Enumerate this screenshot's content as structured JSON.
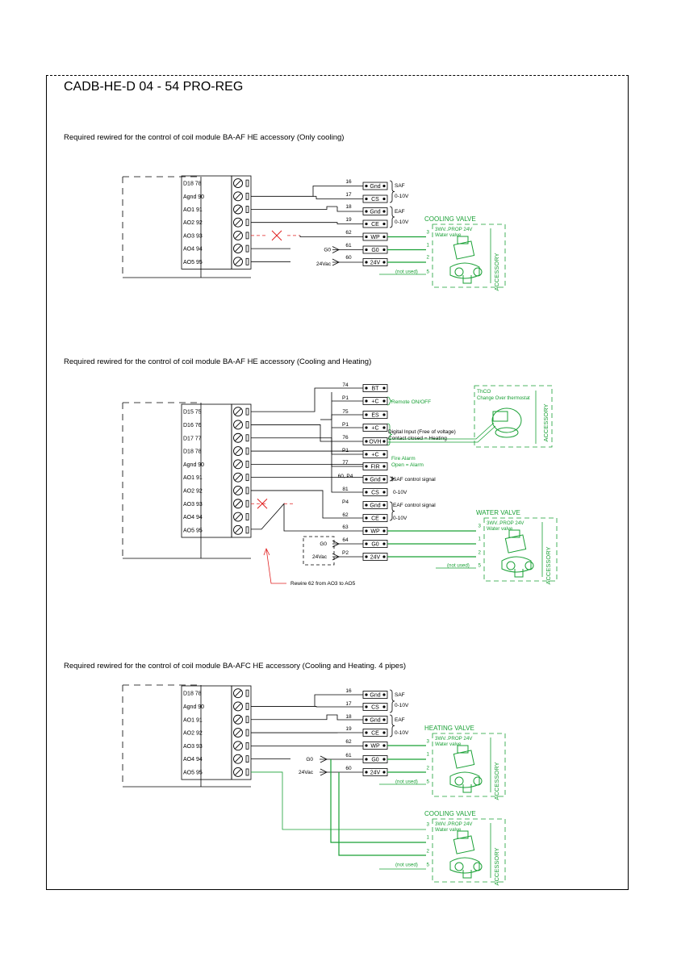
{
  "page": {
    "title": "CADB-HE-D 04 - 54 PRO-REG"
  },
  "colors": {
    "green": "#19a035",
    "red": "#e02020",
    "black": "#000000"
  },
  "diagrams": [
    {
      "caption": "Required rewired for the control of coil module BA-AF HE accessory (Only cooling)",
      "terminals": [
        "D18 78",
        "Agnd 90",
        "AO1 91",
        "AO2 92",
        "AO3 93",
        "AO4 94",
        "AO5 95"
      ],
      "wires": [
        "16",
        "17",
        "18",
        "19",
        "62",
        "61",
        "60"
      ],
      "connectors": [
        "Gnd",
        "CS",
        "Gnd",
        "CE",
        "WP",
        "G0",
        "24V"
      ],
      "signal_labels": [
        "SAF",
        "0-10V",
        "EAF",
        "0-10V"
      ],
      "supply_labels": [
        "G0",
        "24Vac"
      ],
      "valves": [
        {
          "title": "COOLING VALVE",
          "type": "3WV..PROP 24V",
          "sub": "Water valve",
          "pins": [
            "3",
            "1",
            "2",
            "5"
          ],
          "not_used": "(not used)",
          "accessory": "ACCESSORY"
        }
      ]
    },
    {
      "caption": "Required rewired for the control of coil module BA-AF HE accessory (Cooling and Heating)",
      "terminals": [
        "D15 75",
        "D16 76",
        "D17 77",
        "D18 78",
        "Agnd 90",
        "AO1 91",
        "AO2 92",
        "AO3 93",
        "AO4 94",
        "AO5 95"
      ],
      "wires": [
        "74",
        "P1",
        "75",
        "P1",
        "76",
        "P1",
        "77",
        "60, P4",
        "81",
        "P4",
        "62",
        "63",
        "64",
        "P2"
      ],
      "connectors": [
        "BT",
        "+C",
        "ES",
        "+C",
        "OVH",
        "+C",
        "FIR",
        "Gnd",
        "CS",
        "Gnd",
        "CE",
        "WP",
        "G0",
        "24V"
      ],
      "signal_labels": [
        "Remote ON/OFF",
        "Digital Input (Free of voltage)",
        "Contact closed = Heating",
        "Fire Alarm",
        "Open = Alarm",
        "SAF control signal",
        "0-10V",
        "EAF control signal",
        "0-10V"
      ],
      "supply_labels": [
        "G0",
        "24Vac"
      ],
      "rewire_note": "Rewire 62 from AO3 to AO5",
      "thermostat": {
        "title": "ThCO",
        "sub": "Change Over thermostat",
        "accessory": "ACCESSORY"
      },
      "valves": [
        {
          "title": "WATER VALVE",
          "type": "3WV..PROP 24V",
          "sub": "Water valve",
          "pins": [
            "3",
            "1",
            "2",
            "5"
          ],
          "not_used": "(not used)",
          "accessory": "ACCESSORY"
        }
      ]
    },
    {
      "caption": "Required rewired for the control of coil module BA-AFC HE accessory (Cooling and Heating. 4 pipes)",
      "terminals": [
        "D18 78",
        "Agnd 90",
        "AO1 91",
        "AO2 92",
        "AO3 93",
        "AO4 94",
        "AO5 95"
      ],
      "wires": [
        "16",
        "17",
        "18",
        "19",
        "62",
        "61",
        "60"
      ],
      "connectors": [
        "Gnd",
        "CS",
        "Gnd",
        "CE",
        "WP",
        "G0",
        "24V"
      ],
      "signal_labels": [
        "SAF",
        "0-10V",
        "EAF",
        "0-10V"
      ],
      "supply_labels": [
        "G0",
        "24Vac"
      ],
      "valves": [
        {
          "title": "HEATING VALVE",
          "type": "3WV..PROP 24V",
          "sub": "Water valve",
          "pins": [
            "3",
            "1",
            "2",
            "5"
          ],
          "not_used": "(not used)",
          "accessory": "ACCESSORY"
        },
        {
          "title": "COOLING VALVE",
          "type": "3WV..PROP 24V",
          "sub": "Water valve",
          "pins": [
            "3",
            "1",
            "2",
            "5"
          ],
          "not_used": "(not used)",
          "accessory": "ACCESSORY"
        }
      ]
    }
  ]
}
